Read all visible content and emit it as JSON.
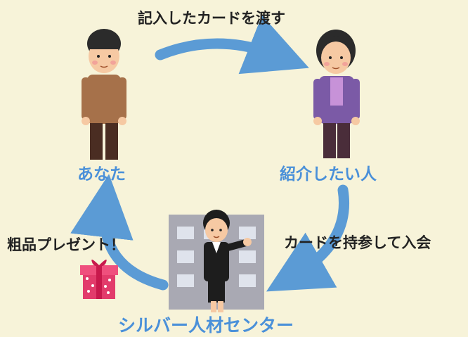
{
  "labels": {
    "hand_card": "記入したカードを渡す",
    "you": "あなた",
    "referral": "紹介したい人",
    "bring_card": "カードを持参して入会",
    "gift": "粗品プレゼント！",
    "center": "シルバー人材センター"
  },
  "colors": {
    "background": "#f7f3d9",
    "arrow": "#5b9bd5",
    "label_blue": "#4a90d9",
    "label_dark": "#222222",
    "gift_box": "#e23b6b"
  },
  "icons": [
    "man-figure",
    "woman-figure",
    "staff-woman-figure",
    "building-icon",
    "gift-box-icon",
    "arrow-icon"
  ]
}
